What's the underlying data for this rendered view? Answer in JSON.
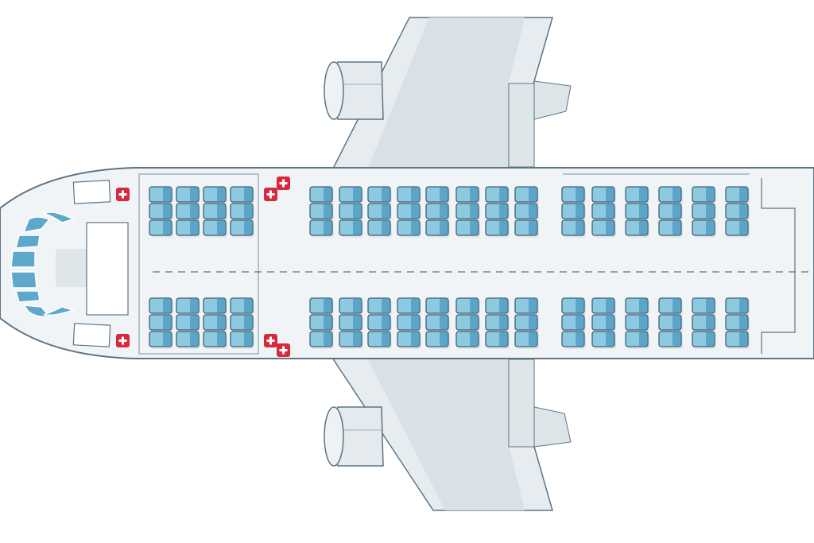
{
  "colors": {
    "background": "#ffffff",
    "fuselage": "#f1f4f6",
    "outline": "#5d7584",
    "wing": "#e3e9ed",
    "wing_inner": "#d6dfe4",
    "seat_light": "#8ec9e2",
    "seat_dark": "#5aa5c8",
    "seat_border": "#3f6273",
    "first_aid": "#d8283c",
    "cockpit_window": "#5ea8cc"
  },
  "cabin": {
    "sections": [
      {
        "name": "front",
        "columns": 4,
        "rows_per_side": 3
      },
      {
        "name": "middle",
        "columns": 8,
        "rows_per_side": 3
      },
      {
        "name": "rear",
        "columns": 6,
        "rows_per_side": 3
      }
    ],
    "sides": [
      "upper",
      "lower"
    ]
  },
  "icons": {
    "first_aid": "first-aid-cross-icon",
    "seat": "seat-icon"
  }
}
